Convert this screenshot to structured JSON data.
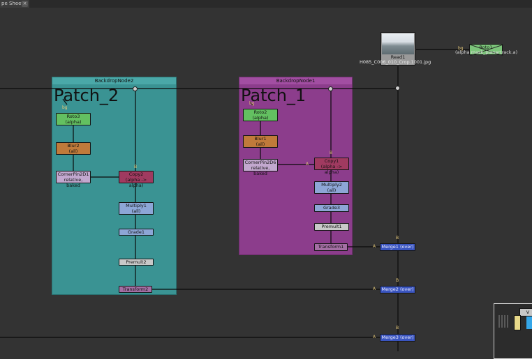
{
  "tab": {
    "label": "pe Sheet",
    "close": "×"
  },
  "backdrops": {
    "b2": {
      "title": "BackdropNode2",
      "label": "Patch_2"
    },
    "b1": {
      "title": "BackdropNode1",
      "label": "Patch_1"
    }
  },
  "nodes": {
    "read1": {
      "name": "Read1",
      "file": "H085_C006_010_Crop.1001.jpg"
    },
    "roto1": {
      "name": "Roto1",
      "sub": "(alpha mask_planartrack.a)"
    },
    "roto3": {
      "name": "Roto3",
      "sub": "(alpha)"
    },
    "blur2": {
      "name": "Blur2",
      "sub": "(all)"
    },
    "cornerpin2d1": {
      "name": "CornerPin2D1",
      "sub": "relative, baked"
    },
    "copy2": {
      "name": "Copy2",
      "sub": "(alpha -> alpha)"
    },
    "multiply1": {
      "name": "Multiply1",
      "sub": "(all)"
    },
    "grade1": {
      "name": "Grade1"
    },
    "premult2": {
      "name": "Premult2"
    },
    "transform2": {
      "name": "Transform2"
    },
    "roto2": {
      "name": "Roto2",
      "sub": "(alpha)"
    },
    "blur1": {
      "name": "Blur1",
      "sub": "(all)"
    },
    "cornerpin2d6": {
      "name": "CornerPin2D6",
      "sub": "relative, baked"
    },
    "copy1": {
      "name": "Copy1",
      "sub": "(alpha -> alpha)"
    },
    "multiply2": {
      "name": "Multiply2",
      "sub": "(all)"
    },
    "grade3": {
      "name": "Grade3"
    },
    "premult1": {
      "name": "Premult1"
    },
    "transform1": {
      "name": "Transform1"
    },
    "merge1": {
      "name": "Merge1 (over)"
    },
    "merge2": {
      "name": "Merge2 (over)"
    },
    "merge3": {
      "name": "Merge3 (over)"
    },
    "viewer": {
      "name": "V"
    }
  },
  "inputs": {
    "a": "A",
    "b": "B",
    "bg": "bg"
  },
  "colors": {
    "backdrop_patch2": "#3a9393",
    "backdrop_patch1": "#8c3d8c",
    "roto": "#63c061",
    "blur": "#c07a3a",
    "cornerpin": "#c2a8cf",
    "copy": "#a03a60",
    "color_correct": "#8da6d6",
    "merge": "#3a55c0",
    "premult": "#c8c8c8",
    "transform": "#a46fa4"
  }
}
